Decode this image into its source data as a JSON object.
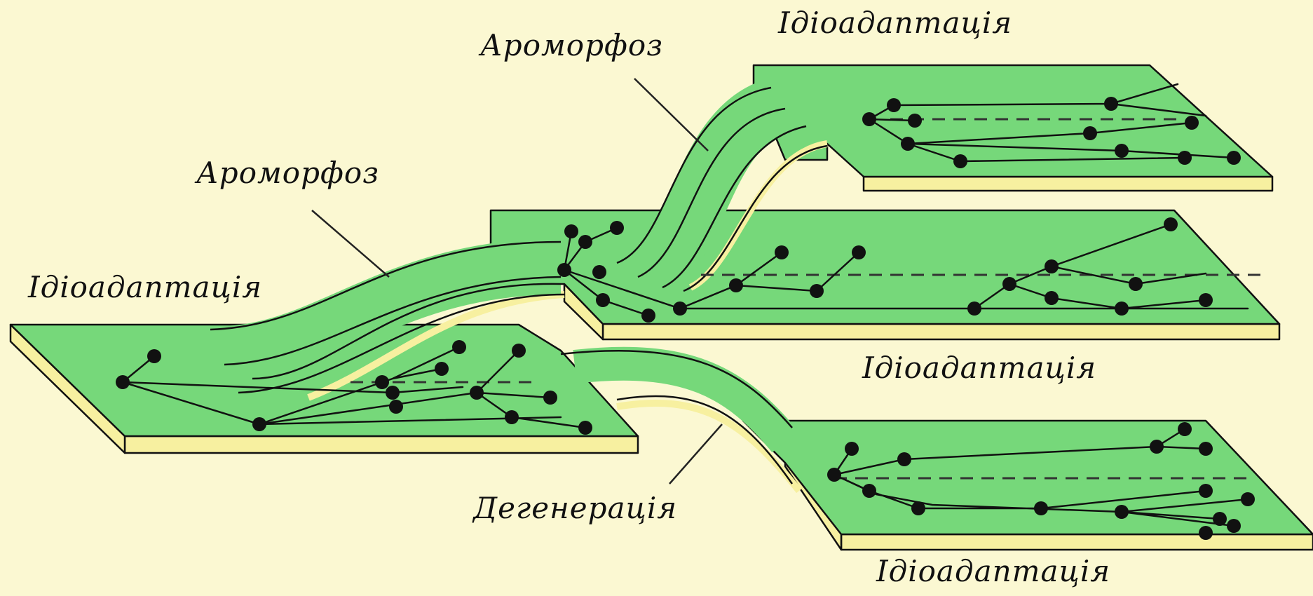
{
  "labels": {
    "idio_top": "Ідіоадаптація",
    "aromorphosis_upper": "Ароморфоз",
    "aromorphosis_lower": "Ароморфоз",
    "idio_left": "Ідіоадаптація",
    "idio_middle": "Ідіоадаптація",
    "degeneration": "Дегенерація",
    "idio_bottom": "Ідіоадаптація"
  },
  "colors": {
    "background": "#fbf8d2",
    "plate_green": "#76d87a",
    "plate_edge_yellow": "#f7f0a0",
    "ink": "#111111"
  }
}
